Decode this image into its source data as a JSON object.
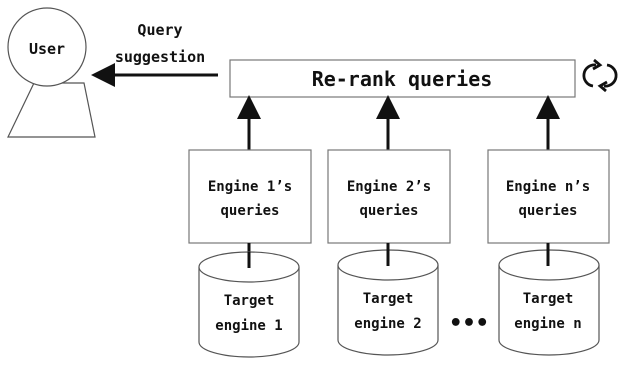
{
  "user": {
    "label": "User"
  },
  "query_suggestion": {
    "line1": "Query",
    "line2": "suggestion"
  },
  "rerank": {
    "label": "Re-rank queries",
    "refresh_icon": "refresh-cycle-icon"
  },
  "engines": [
    {
      "query_line1": "Engine 1’s",
      "query_line2": "queries",
      "db_line1": "Target",
      "db_line2": "engine 1"
    },
    {
      "query_line1": "Engine 2’s",
      "query_line2": "queries",
      "db_line1": "Target",
      "db_line2": "engine 2"
    },
    {
      "query_line1": "Engine n’s",
      "query_line2": "queries",
      "db_line1": "Target",
      "db_line2": "engine n"
    }
  ],
  "ellipsis": "•••"
}
